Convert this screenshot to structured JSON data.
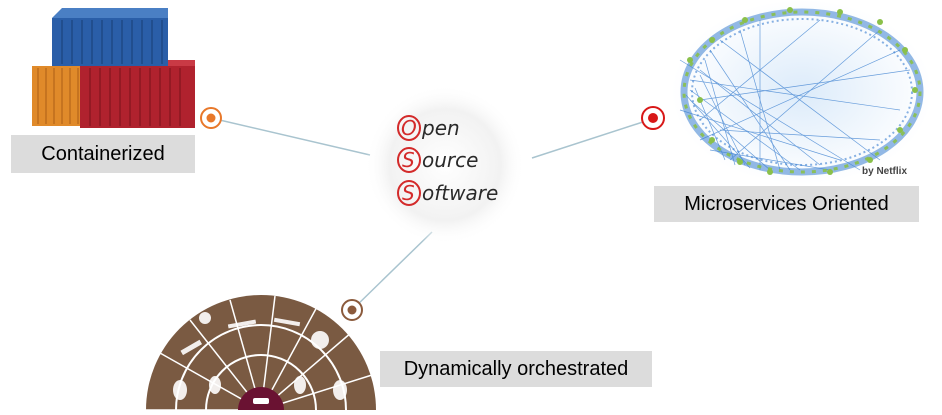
{
  "center": {
    "lines": [
      {
        "letter": "O",
        "rest": "pen"
      },
      {
        "letter": "S",
        "rest": "ource"
      },
      {
        "letter": "S",
        "rest": "oftware"
      }
    ]
  },
  "nodes": {
    "containerized": {
      "label": "Containerized",
      "marker_color": "#e8782a"
    },
    "microservices": {
      "label": "Microservices Oriented",
      "credit": "by Netflix",
      "marker_color": "#d81818"
    },
    "orchestrated": {
      "label": "Dynamically orchestrated",
      "marker_color": "#8b5a3c"
    }
  },
  "colors": {
    "container_blue": "#2a5ea8",
    "container_red": "#b0222e",
    "container_orange": "#e08a2a",
    "network_blue": "#3a7fd0",
    "network_green": "#8ac04a",
    "orchestra_brown": "#7a5a42",
    "orchestra_center": "#6a1232",
    "connector": "#a9c4cf",
    "oss_red": "#d32a2a"
  }
}
